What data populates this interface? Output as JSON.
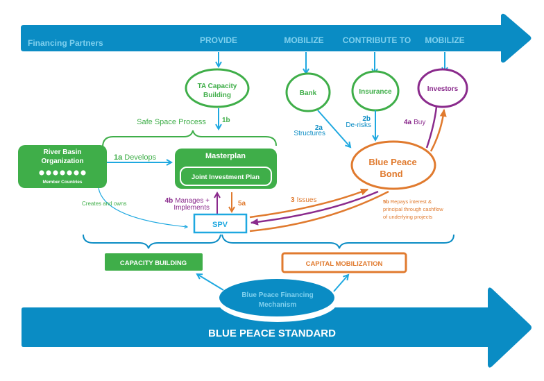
{
  "colors": {
    "banner_blue": "#0a8cc4",
    "banner_text": "#7fd0ee",
    "arrow_blue": "#1ea8e0",
    "green": "#3fae49",
    "orange": "#e07a2e",
    "purple": "#8a2a8c",
    "white": "#ffffff"
  },
  "top_banner": {
    "label": "Financing Partners",
    "actions": [
      "PROVIDE",
      "MOBILIZE",
      "CONTRIBUTE TO",
      "MOBILIZE"
    ]
  },
  "partners": {
    "ta": {
      "line1": "TA Capacity",
      "line2": "Building"
    },
    "bank": "Bank",
    "insurance": "Insurance",
    "investors": "Investors"
  },
  "safe_space": "Safe Space Process",
  "river_basin": {
    "line1": "River Basin",
    "line2": "Organization",
    "member_dots": 7,
    "members_label": "Member Countries"
  },
  "masterplan": {
    "title": "Masterplan",
    "inner": "Joint Investment Plan"
  },
  "bond": {
    "line1": "Blue Peace",
    "line2": "Bond"
  },
  "spv": "SPV",
  "steps": {
    "s1a": {
      "num": "1a",
      "text": "Develops"
    },
    "s1b": {
      "num": "1b"
    },
    "s2a": {
      "num": "2a",
      "text": "Structures"
    },
    "s2b": {
      "num": "2b",
      "text": "De-risks"
    },
    "s3": {
      "num": "3",
      "text": "Issues"
    },
    "s4a": {
      "num": "4a",
      "text": "Buy"
    },
    "s4b": {
      "num": "4b",
      "text1": "Manages +",
      "text2": "Implements"
    },
    "s5a": {
      "num": "5a"
    },
    "s5b": {
      "num": "5b",
      "text1": "Repays interest &",
      "text2": "principal through cashflow",
      "text3": "of underlying projects"
    }
  },
  "creates_owns": "Creates and owns",
  "pillars": {
    "capacity": "CAPACITY BUILDING",
    "capital": "CAPITAL MOBILIZATION"
  },
  "mechanism": {
    "line1": "Blue Peace Financing",
    "line2": "Mechanism"
  },
  "bottom_banner": {
    "label": "BLUE PEACE STANDARD"
  }
}
